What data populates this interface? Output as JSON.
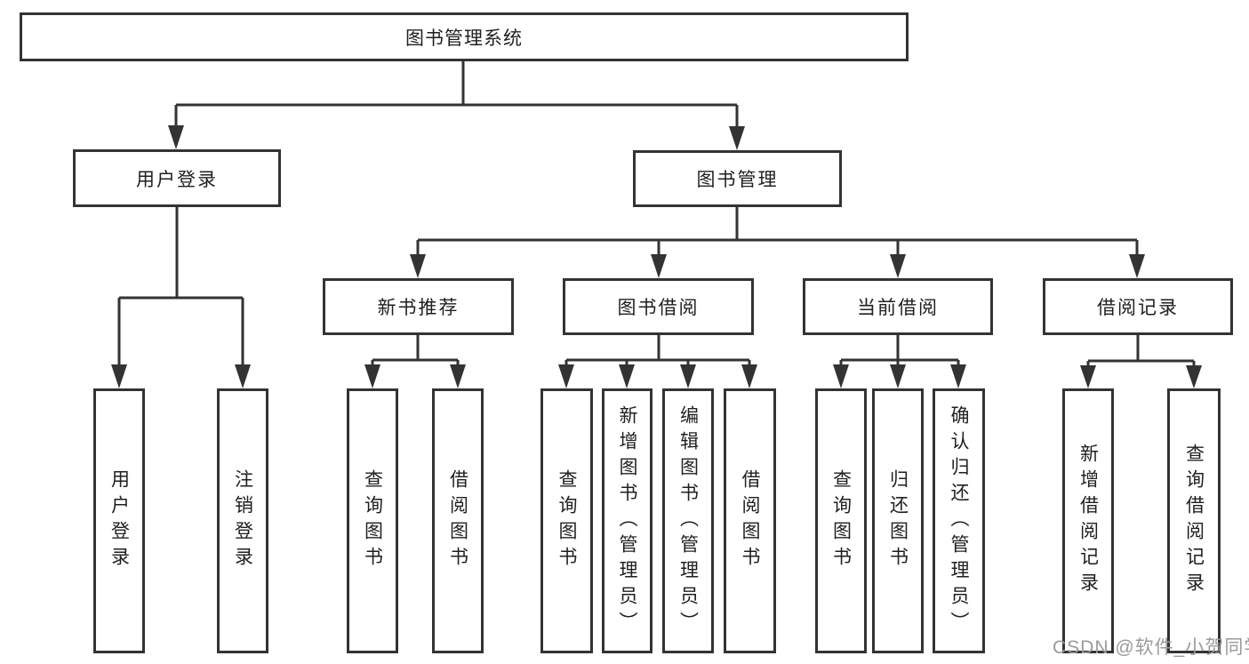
{
  "title": {
    "label": "图书管理系统"
  },
  "level2": [
    {
      "label": "用户登录"
    },
    {
      "label": "图书管理"
    }
  ],
  "level3": [
    {
      "label": "新书推荐"
    },
    {
      "label": "图书借阅"
    },
    {
      "label": "当前借阅"
    },
    {
      "label": "借阅记录"
    }
  ],
  "leaves": {
    "user_login": [
      "用户登录",
      "注销登录"
    ],
    "new_books": [
      "查询图书",
      "借阅图书"
    ],
    "book_borrow": [
      "查询图书",
      "新增图书（管理员）",
      "编辑图书（管理员）",
      "借阅图书"
    ],
    "current_borrow": [
      "查询图书",
      "归还图书",
      "确认归还（管理员）"
    ],
    "borrow_records": [
      "新增借阅记录",
      "查询借阅记录"
    ]
  },
  "watermark": {
    "text": "CSDN @软件_小贺同学"
  },
  "colors": {
    "line": "#333333",
    "text": "#1f1f1f",
    "watermark": "#9b9b9b",
    "background": "#ffffff"
  }
}
